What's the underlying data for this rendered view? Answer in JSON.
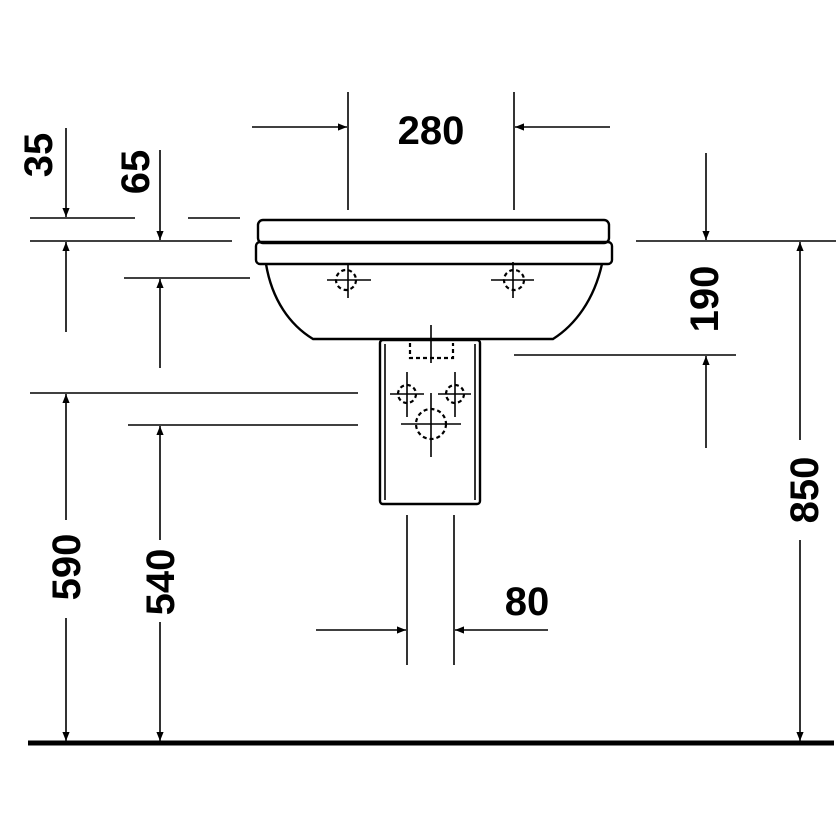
{
  "dimensions": {
    "basin_tap_spacing": "280",
    "rim_thickness": "35",
    "rim_to_fixing": "65",
    "basin_depth": "190",
    "floor_to_upper_fixing": "590",
    "floor_to_lower_fixing": "540",
    "floor_to_rim": "850",
    "waste_pipe_width": "80"
  },
  "colors": {
    "line": "#000000",
    "background": "#ffffff"
  }
}
